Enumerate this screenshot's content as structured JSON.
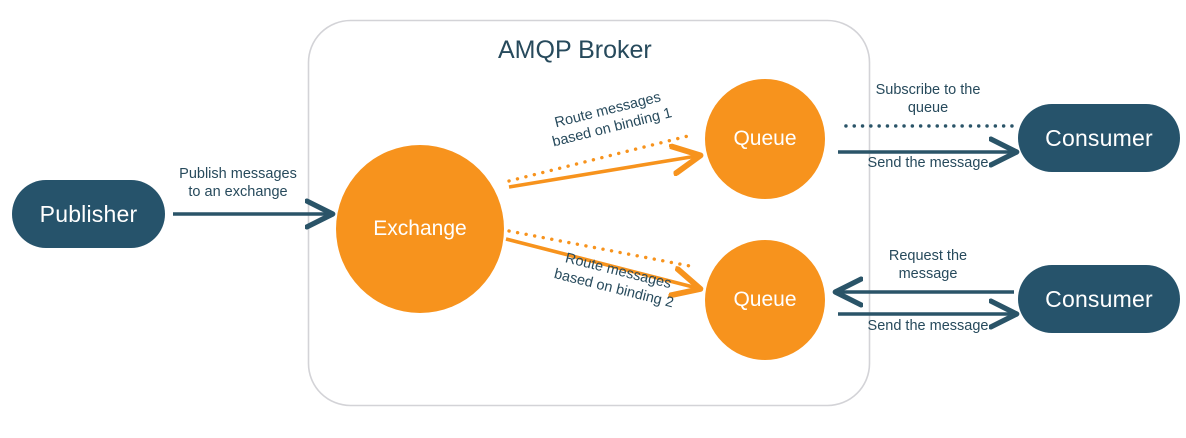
{
  "diagram": {
    "type": "message-broker-architecture",
    "broker": {
      "title": "AMQP Broker",
      "border_color": "#d3d3d7"
    },
    "palette": {
      "node_dark": "#26536b",
      "node_orange": "#f7931d",
      "text_dark": "#274a5c",
      "text_light": "#ffffff",
      "arrow_dark": "#2a5468",
      "arrow_orange": "#f7931d",
      "background": "#ffffff"
    },
    "nodes": [
      {
        "id": "publisher",
        "label": "Publisher",
        "shape": "pill",
        "color": "#26536b"
      },
      {
        "id": "exchange",
        "label": "Exchange",
        "shape": "circle",
        "color": "#f7931d"
      },
      {
        "id": "queue-1",
        "label": "Queue",
        "shape": "circle",
        "color": "#f7931d"
      },
      {
        "id": "queue-2",
        "label": "Queue",
        "shape": "circle",
        "color": "#f7931d"
      },
      {
        "id": "consumer-1",
        "label": "Consumer",
        "shape": "pill",
        "color": "#26536b"
      },
      {
        "id": "consumer-2",
        "label": "Consumer",
        "shape": "pill",
        "color": "#26536b"
      }
    ],
    "edges": [
      {
        "id": "publish",
        "label": "Publish messages\nto an exchange",
        "from": "publisher",
        "to": "exchange",
        "style": "solid",
        "color": "#2a5468",
        "direction": "right"
      },
      {
        "id": "binding-1",
        "label": "Route messages\nbased on binding 1",
        "from": "exchange",
        "to": "queue-1",
        "style": "solid+dotted",
        "color": "#f7931d",
        "direction": "right"
      },
      {
        "id": "binding-2",
        "label": "Route messages\nbased on binding 2",
        "from": "exchange",
        "to": "queue-2",
        "style": "solid+dotted",
        "color": "#f7931d",
        "direction": "right"
      },
      {
        "id": "subscribe",
        "label": "Subscribe to the\nqueue",
        "from": "consumer-1",
        "to": "queue-1",
        "style": "dotted",
        "color": "#2a5468",
        "direction": "left"
      },
      {
        "id": "send-1",
        "label": "Send the message",
        "from": "queue-1",
        "to": "consumer-1",
        "style": "solid",
        "color": "#2a5468",
        "direction": "right"
      },
      {
        "id": "request",
        "label": "Request the\nmessage",
        "from": "consumer-2",
        "to": "queue-2",
        "style": "solid",
        "color": "#2a5468",
        "direction": "left"
      },
      {
        "id": "send-2",
        "label": "Send the message",
        "from": "queue-2",
        "to": "consumer-2",
        "style": "solid",
        "color": "#2a5468",
        "direction": "right"
      }
    ]
  }
}
